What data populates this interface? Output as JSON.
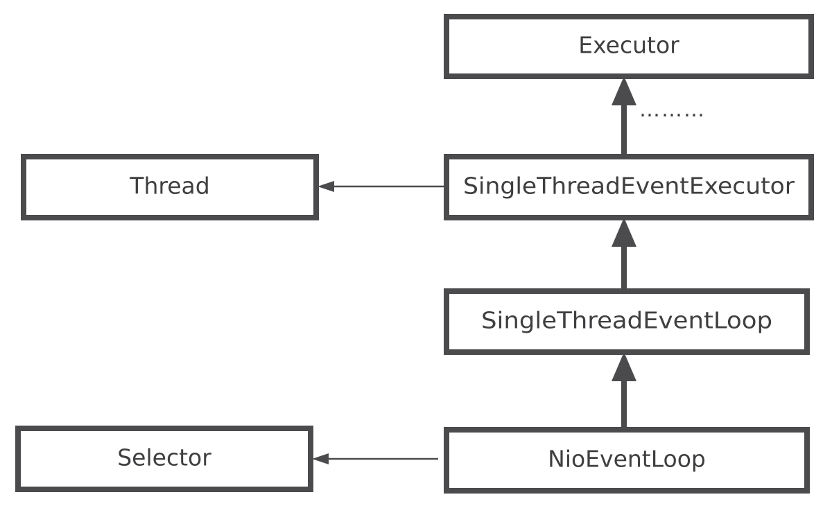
{
  "nodes": {
    "executor": {
      "label": "Executor"
    },
    "thread": {
      "label": "Thread"
    },
    "single_thread_event_executor": {
      "label": "SingleThreadEventExecutor"
    },
    "single_thread_event_loop": {
      "label": "SingleThreadEventLoop"
    },
    "selector": {
      "label": "Selector"
    },
    "nio_event_loop": {
      "label": "NioEventLoop"
    }
  },
  "annotations": {
    "ellipsis": "………"
  },
  "edges": [
    {
      "from": "single_thread_event_executor",
      "to": "executor",
      "kind": "inheritance"
    },
    {
      "from": "single_thread_event_executor",
      "to": "thread",
      "kind": "association"
    },
    {
      "from": "single_thread_event_loop",
      "to": "single_thread_event_executor",
      "kind": "inheritance"
    },
    {
      "from": "nio_event_loop",
      "to": "single_thread_event_loop",
      "kind": "inheritance"
    },
    {
      "from": "nio_event_loop",
      "to": "selector",
      "kind": "association"
    }
  ],
  "colors": {
    "stroke": "#4b4b4d",
    "text": "#3f3f41",
    "background": "#ffffff"
  }
}
